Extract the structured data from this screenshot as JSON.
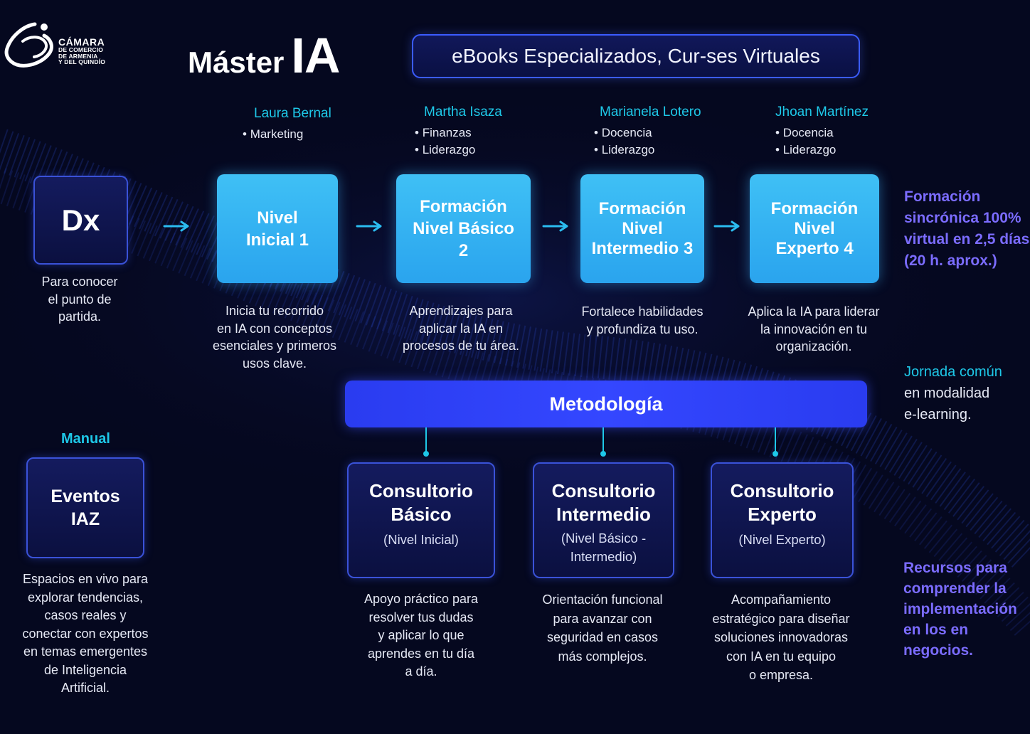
{
  "header": {
    "logo": {
      "line1": "CÁMARA",
      "line2": "DE COMERCIO",
      "line3": "DE ARMENIA",
      "line4": "Y DEL QUINDÍO"
    },
    "title_word": "Máster",
    "title_accent": "IA",
    "ebooks_label": "eBooks Especializados, Cur-ses Virtuales"
  },
  "diagnostic": {
    "box_label": "Dx",
    "description": [
      "Para conocer",
      "el punto de",
      "partida."
    ]
  },
  "levels": [
    {
      "instructor": "Laura Bernal",
      "topics": [
        "Marketing"
      ],
      "title_lines": [
        "Nivel",
        "Inicial 1"
      ],
      "description": [
        "Inicia tu recorrido",
        "en IA con conceptos",
        "esenciales y primeros",
        "usos clave."
      ]
    },
    {
      "instructor": "Martha Isaza",
      "topics": [
        "Finanzas",
        "Liderazgo"
      ],
      "title_lines": [
        "Formación",
        "Nivel Básico",
        "2"
      ],
      "description": [
        "Aprendizajes para",
        "aplicar la IA en",
        "procesos de tu área."
      ]
    },
    {
      "instructor": "Marianela Lotero",
      "topics": [
        "Docencia",
        "Liderazgo"
      ],
      "title_lines": [
        "Formación",
        "Nivel",
        "Intermedio 3"
      ],
      "description": [
        "Fortalece habilidades",
        "y profundiza tu uso."
      ]
    },
    {
      "instructor": "Jhoan Martínez",
      "topics": [
        "Docencia",
        "Liderazgo"
      ],
      "title_lines": [
        "Formación",
        "Nivel",
        "Experto 4"
      ],
      "description": [
        "Aplica la IA para liderar",
        "la innovación en tu",
        "organización."
      ]
    }
  ],
  "side_notes": {
    "formacion": [
      "Formación",
      "sincrónica 100%",
      "virtual en 2,5 días",
      "(20 h. aprox.)"
    ],
    "jornada": {
      "highlight": "Jornada común",
      "lines": [
        "en modalidad",
        "e-learning."
      ]
    },
    "recursos": [
      "Recursos para",
      "comprender la",
      "implementación",
      "en los en negocios."
    ]
  },
  "methodology": {
    "label": "Metodología",
    "consultorios": [
      {
        "title_lines": [
          "Consultorio",
          "Básico"
        ],
        "subtitle_lines": [
          "(Nivel Inicial)"
        ],
        "description": [
          "Apoyo práctico para",
          "resolver tus dudas",
          "y aplicar lo que",
          "aprendes en tu día",
          "a día."
        ]
      },
      {
        "title_lines": [
          "Consultorio",
          "Intermedio"
        ],
        "subtitle_lines": [
          "(Nivel Básico -",
          "Intermedio)"
        ],
        "description": [
          "Orientación funcional",
          "para avanzar con",
          "seguridad en casos",
          "más complejos."
        ]
      },
      {
        "title_lines": [
          "Consultorio",
          "Experto"
        ],
        "subtitle_lines": [
          "(Nivel Experto)"
        ],
        "description": [
          "Acompañamiento",
          "estratégico para diseñar",
          "soluciones innovadoras",
          "con IA en tu equipo",
          "o empresa."
        ]
      }
    ]
  },
  "events": {
    "tag": "Manual",
    "title_lines": [
      "Eventos",
      "IAZ"
    ],
    "description": [
      "Espacios en vivo para",
      "explorar tendencias,",
      "casos reales y",
      "conectar con expertos",
      "en temas emergentes",
      "de Inteligencia",
      "Artificial."
    ]
  },
  "colors": {
    "background": "#05081f",
    "level_box": "#35b4f2",
    "accent_cyan": "#1ec8e8",
    "accent_violet": "#7b6cff",
    "methodology_bar": "#3447ff"
  }
}
